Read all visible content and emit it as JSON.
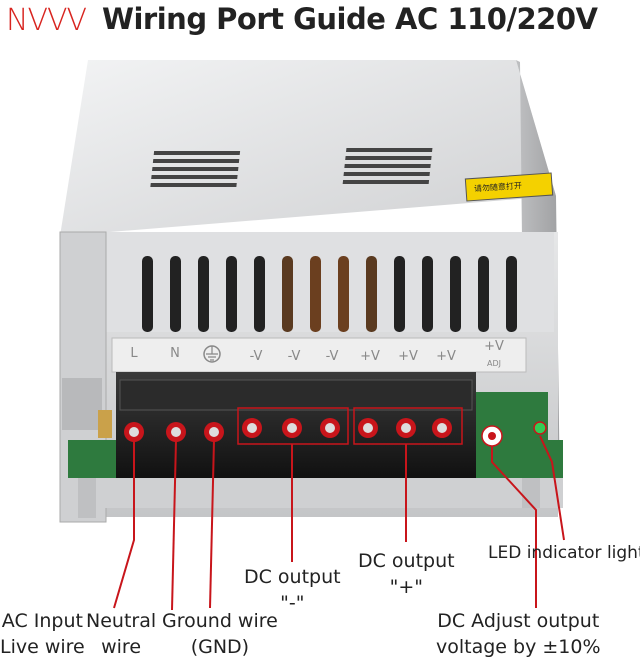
{
  "header": {
    "brand": "NVVV",
    "title": "Wiring Port Guide AC 110/220V"
  },
  "terminal_labels": [
    "L",
    "N",
    "-V",
    "-V",
    "-V",
    "+V",
    "+V",
    "+V"
  ],
  "adjust_label": "+V",
  "adjust_sub": "ADJ",
  "sticker_text": "请勿随意打开",
  "callouts": {
    "ac_input": [
      "AC Input",
      "Live wire"
    ],
    "neutral": [
      "Neutral",
      "wire"
    ],
    "ground": [
      "Ground wire",
      "(GND)"
    ],
    "dc_minus": [
      "DC output",
      "\"-\""
    ],
    "dc_plus": [
      "DC output",
      "\"+\""
    ],
    "led": "LED indicator lights",
    "adjust": [
      "DC Adjust output",
      "voltage by ±10%"
    ]
  },
  "colors": {
    "brand": "#d8241f",
    "callout_line": "#c8151b",
    "chassis": "#d9dadc",
    "terminal_block": "#1c1c1c",
    "pcb": "#2e7a3e"
  }
}
